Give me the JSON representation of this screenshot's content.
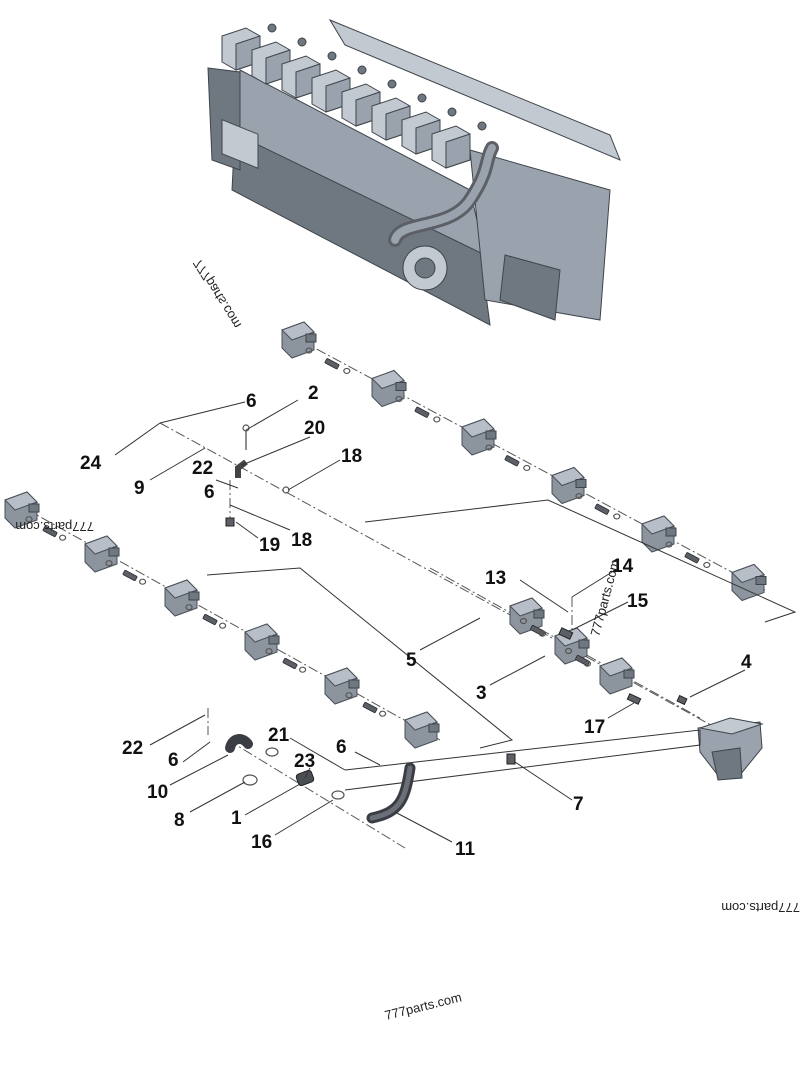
{
  "watermark": "777parts.com",
  "callouts": [
    {
      "id": "c6a",
      "text": "6"
    },
    {
      "id": "c2",
      "text": "2"
    },
    {
      "id": "c20",
      "text": "20"
    },
    {
      "id": "c24",
      "text": "24"
    },
    {
      "id": "c22a",
      "text": "22"
    },
    {
      "id": "c9",
      "text": "9"
    },
    {
      "id": "c18a",
      "text": "18"
    },
    {
      "id": "c6b",
      "text": "6"
    },
    {
      "id": "c19",
      "text": "19"
    },
    {
      "id": "c18b",
      "text": "18"
    },
    {
      "id": "c13",
      "text": "13"
    },
    {
      "id": "c14",
      "text": "14"
    },
    {
      "id": "c15",
      "text": "15"
    },
    {
      "id": "c5",
      "text": "5"
    },
    {
      "id": "c4",
      "text": "4"
    },
    {
      "id": "c3",
      "text": "3"
    },
    {
      "id": "c17",
      "text": "17"
    },
    {
      "id": "c22b",
      "text": "22"
    },
    {
      "id": "c21",
      "text": "21"
    },
    {
      "id": "c6c",
      "text": "6"
    },
    {
      "id": "c23",
      "text": "23"
    },
    {
      "id": "c6d",
      "text": "6"
    },
    {
      "id": "c10",
      "text": "10"
    },
    {
      "id": "c7",
      "text": "7"
    },
    {
      "id": "c8",
      "text": "8"
    },
    {
      "id": "c1",
      "text": "1"
    },
    {
      "id": "c16",
      "text": "16"
    },
    {
      "id": "c11",
      "text": "11"
    }
  ]
}
